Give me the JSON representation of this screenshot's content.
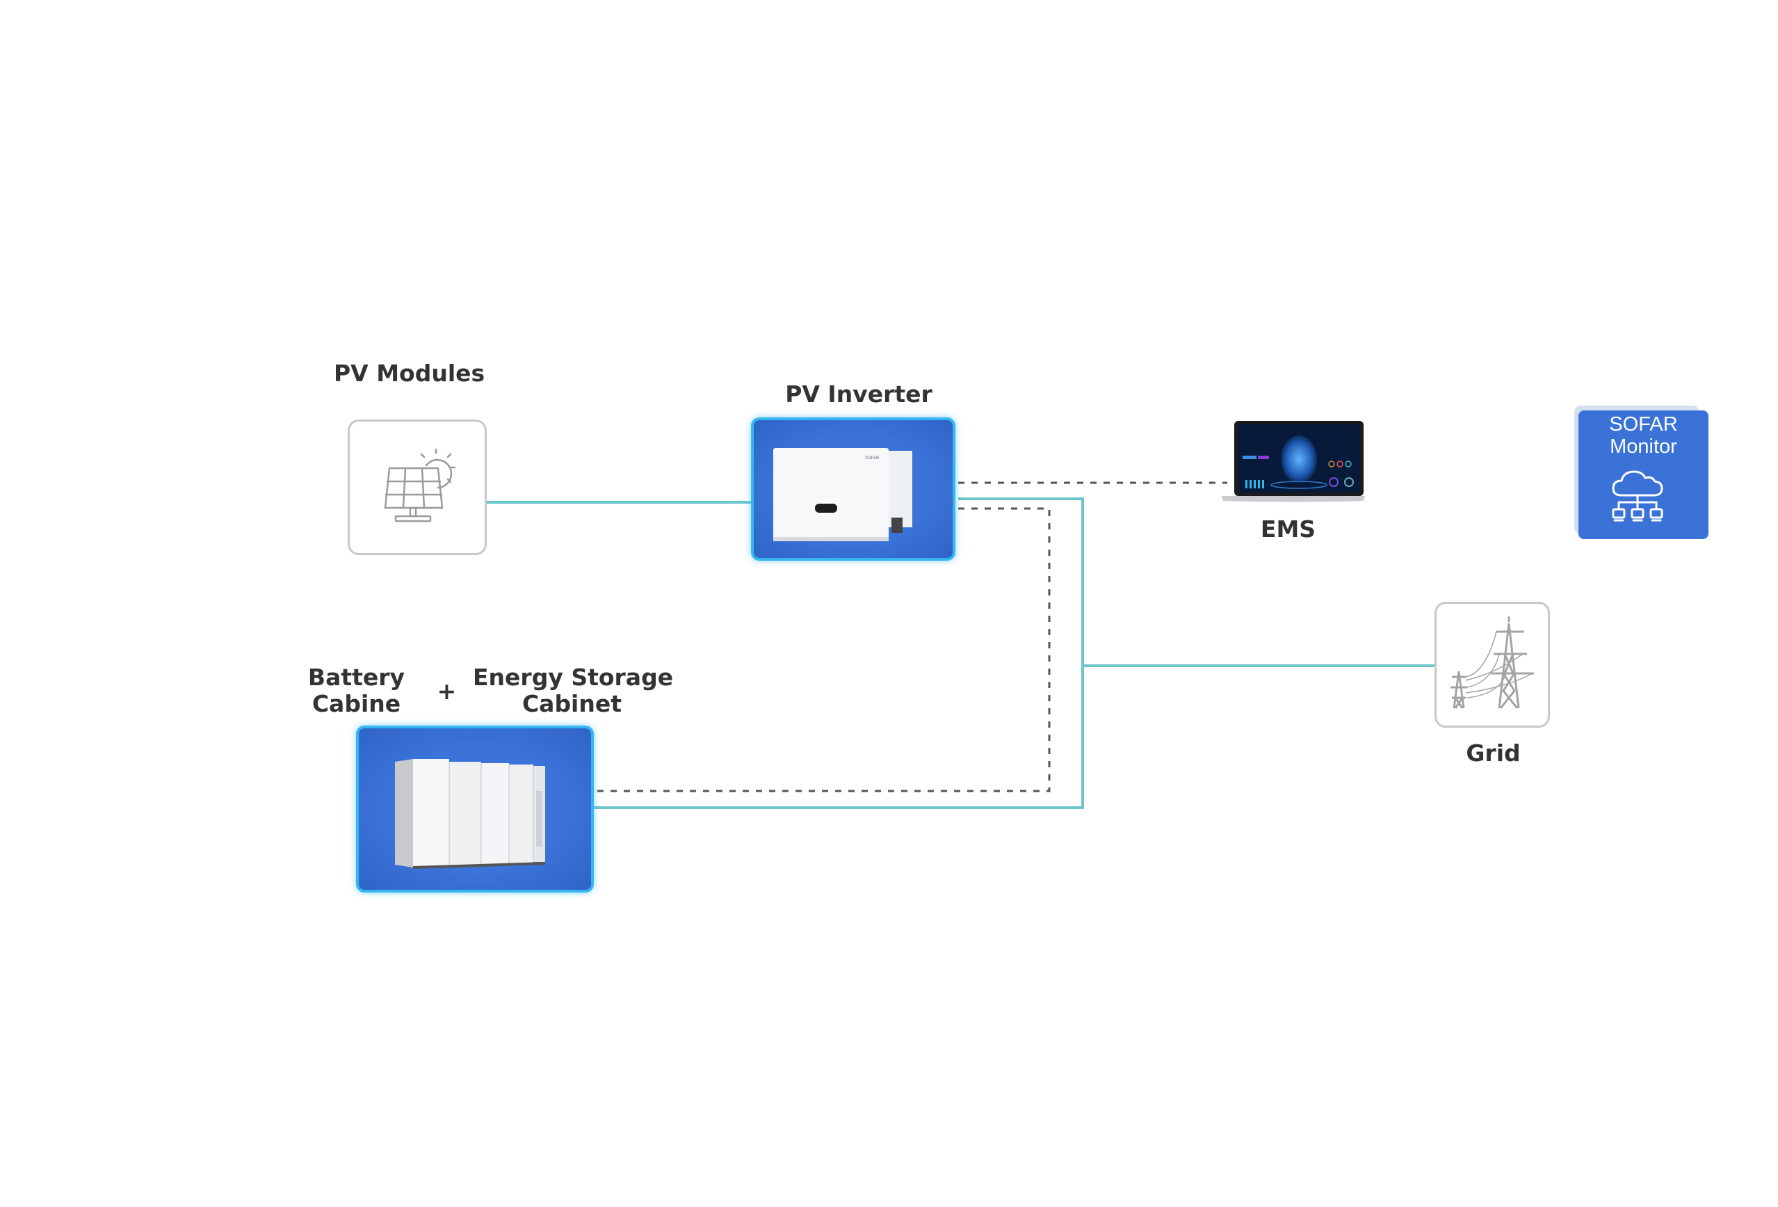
{
  "nodes": {
    "pv_modules": {
      "label": "PV Modules",
      "icon": "solar-panel-icon"
    },
    "pv_inverter": {
      "label": "PV Inverter",
      "icon": "inverter-icon",
      "brand_text": "SOFAR"
    },
    "ems": {
      "label": "EMS",
      "icon": "laptop-dashboard-icon"
    },
    "sofar_monitor": {
      "line1": "SOFAR",
      "line2": "Monitor",
      "icon": "cloud-network-icon"
    },
    "grid": {
      "label": "Grid",
      "icon": "power-tower-icon"
    },
    "battery": {
      "line1": "Battery",
      "line2": "Cabine",
      "icon": "battery-cabinet-icon"
    },
    "plus": "+",
    "energy_storage": {
      "line1": "Energy Storage",
      "line2": "Cabinet"
    }
  },
  "connections": [
    {
      "from": "pv_modules",
      "to": "pv_inverter",
      "type": "power"
    },
    {
      "from": "pv_inverter",
      "to": "ems",
      "type": "communication"
    },
    {
      "from": "pv_inverter",
      "to": "grid",
      "type": "power"
    },
    {
      "from": "pv_inverter",
      "to": "battery",
      "type": "power"
    },
    {
      "from": "pv_inverter",
      "to": "battery",
      "type": "communication"
    }
  ],
  "colors": {
    "power_line": "#6cc6ca",
    "comm_line": "#555555",
    "box_blue": "#3b73d8",
    "box_border": "#36b6f0",
    "monitor_blue": "#3a72d8"
  }
}
